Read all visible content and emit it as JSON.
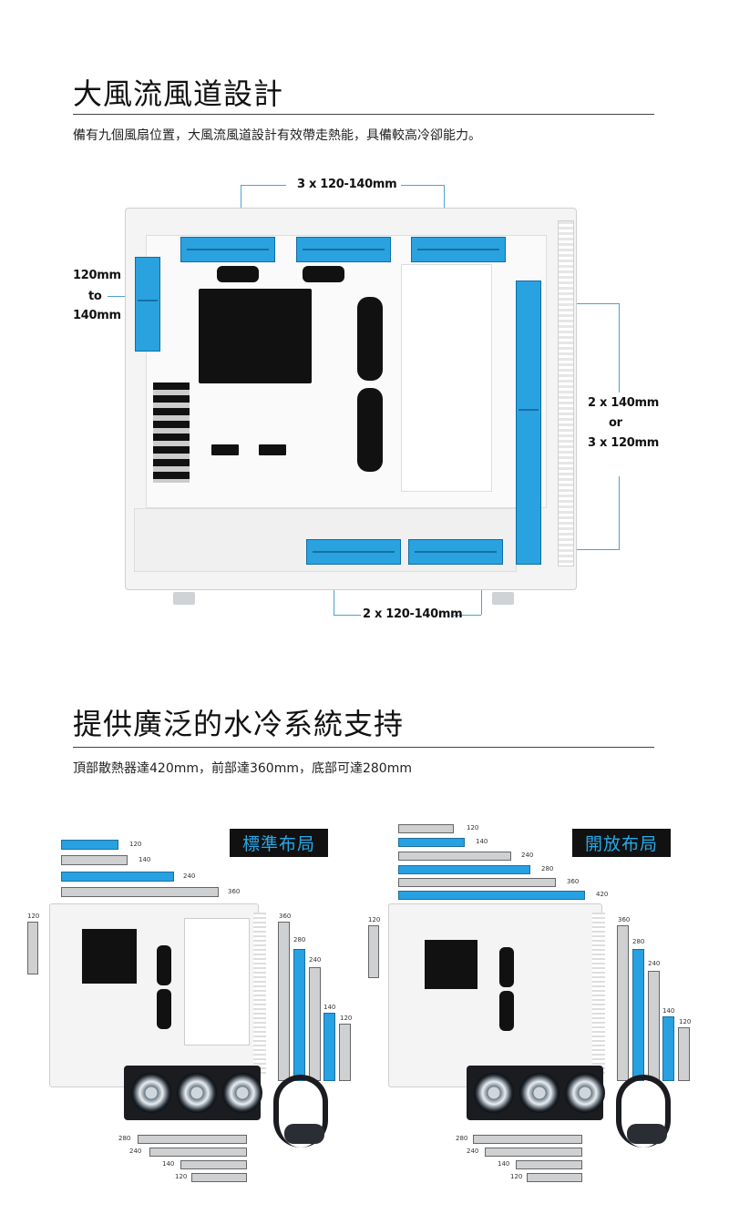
{
  "section1": {
    "title": "大風流風道設計",
    "subtitle": "備有九個風扇位置，大風流風道設計有效帶走熱能，具備較高冷卻能力。",
    "labels": {
      "top": "3 x 120-140mm",
      "left_line1": "120mm",
      "left_line2": "to",
      "left_line3": "140mm",
      "right_line1": "2 x 140mm",
      "right_line2": "or",
      "right_line3": "3 x 120mm",
      "bottom": "2 x 120-140mm"
    }
  },
  "section2": {
    "title": "提供廣泛的水冷系統支持",
    "subtitle": "頂部散熱器達420mm，前部達360mm，底部可達280mm",
    "standard": {
      "badge": "標準布局",
      "top_bars": [
        "120",
        "140",
        "240",
        "360"
      ],
      "left_bar": "120",
      "right_bars": [
        "360",
        "280",
        "240",
        "140",
        "120"
      ],
      "bottom_bars": [
        "280",
        "240",
        "140",
        "120"
      ]
    },
    "open": {
      "badge": "開放布局",
      "top_bars": [
        "120",
        "140",
        "240",
        "280",
        "360",
        "420"
      ],
      "left_bar": "120",
      "right_bars": [
        "360",
        "280",
        "240",
        "140",
        "120"
      ],
      "bottom_bars": [
        "280",
        "240",
        "140",
        "120"
      ]
    }
  },
  "colors": {
    "accent": "#27a1e2",
    "gray_bar": "#cfd0d2",
    "text": "#111111"
  }
}
